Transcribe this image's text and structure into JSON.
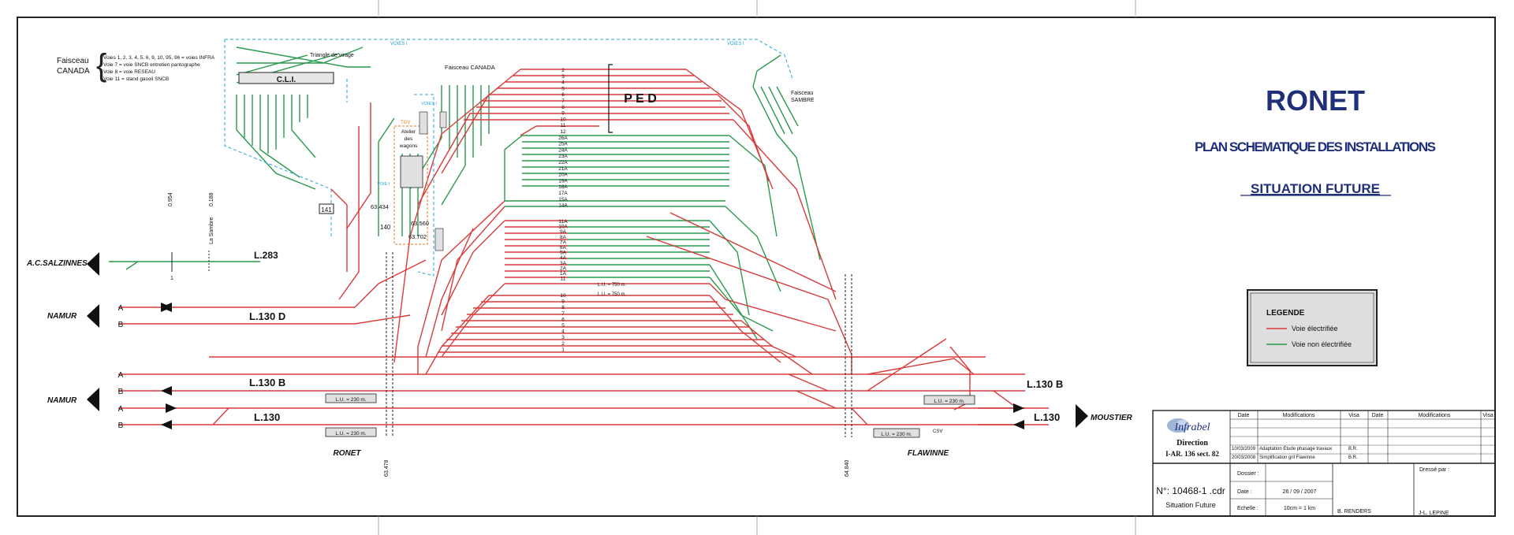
{
  "colors": {
    "electrified": "#d93a3a",
    "non_electrified": "#2a9a4e",
    "title": "#1f2f7a",
    "voies_blue": "#2aa3d6",
    "tgv": "#e07a20"
  },
  "title": {
    "main": "RONET",
    "sub": "PLAN SCHEMATIQUE DES INSTALLATIONS",
    "status": "SITUATION FUTURE"
  },
  "legend": {
    "title": "LEGENDE",
    "electrified": "Voie électrifiée",
    "non_electrified": "Voie  non  électrifiée"
  },
  "faisceau_canada_note": {
    "label_line1": "Faisceau",
    "label_line2": "CANADA",
    "lines": [
      "Voies 1, 2, 3, 4, 5, 6, 9, 10, 95, 96 = voies INFRA",
      "Voie 7 = voie SNCB entretien pantographe",
      "Voie 8 = voie RESEAU",
      "Voie 11 = stand gasoil SNCB"
    ]
  },
  "labels": {
    "triangle": "Triangle de virage",
    "voies1_a": "VOIES I",
    "voies1_b": "VOIES I",
    "cli": "C.L.I.",
    "faisceau_canada": "Faisceau CANADA",
    "ped": "P E D",
    "sambre_1": "Faisceau",
    "sambre_2": "SAMBRE",
    "voies_small": "VOIES I",
    "voie1": "VOIE I",
    "tgv": "TGV",
    "atelier_1": "Atelier",
    "atelier_2": "des",
    "atelier_3": "wagons",
    "km_63434": "63.434",
    "km_63560": "63.560",
    "km_63702": "63.702",
    "box141": "141",
    "num140": "140",
    "lu750_a": "L.U. = 750 m.",
    "lu750_b": "L.U. = 750 m.",
    "ac_salzinnes": "A.C.SALZINNES",
    "l283": "L.283",
    "la_sambre": "La Sambre",
    "km_0954": "0.954",
    "km_0188": "0.188",
    "sig_1": "1",
    "namur_1": "NAMUR",
    "namur_2": "NAMUR",
    "l130d": "L.130 D",
    "l130b_left": "L.130 B",
    "l130_left": "L.130",
    "l130b_right": "L.130 B",
    "l130_right": "L.130",
    "moustier": "MOUSTIER",
    "a": "A",
    "b": "B",
    "lu230": "L.U. = 230 m.",
    "ronet": "RONET",
    "flawinne": "FLAWINNE",
    "km_63478": "63.478",
    "km_64840": "64.840",
    "csv": "CSV"
  },
  "track_numbers_top": [
    "2",
    "3",
    "4",
    "5",
    "6",
    "7",
    "8",
    "9",
    "10",
    "11",
    "12",
    "26A",
    "25A",
    "24A",
    "23A",
    "22A",
    "21A",
    "20A",
    "19A",
    "18A",
    "17A"
  ],
  "track_numbers_mid": [
    "15A",
    "14A"
  ],
  "track_numbers_low": [
    "11A",
    "10A",
    "9A",
    "8A",
    "7A",
    "6A",
    "5A",
    "4A",
    "3A",
    "2A",
    "1A",
    "11"
  ],
  "track_numbers_bottom": [
    "10",
    "9",
    "8",
    "7",
    "6",
    "5",
    "4",
    "3",
    "2",
    "1"
  ],
  "cartouche": {
    "company": "Infrabel",
    "direction": "Direction",
    "region": "I-AR. 136 sect. 82",
    "headers": [
      "Date",
      "Modifications",
      "Visa",
      "Date",
      "Modifications",
      "Visa"
    ],
    "rows": [
      {
        "date": "10/03/2009",
        "mod": "Adaptation Etude phasage travaux",
        "visa": "B.R."
      },
      {
        "date": "20/03/2008",
        "mod": "Simplification gril Flawinne",
        "visa": "B.R."
      }
    ],
    "file_no": "N°: 10468-1 .cdr",
    "file_sub": "Situation Future",
    "dossier_label": "Dossier :",
    "date_label": "Date :",
    "date_value": "26 / 09 / 2007",
    "echelle_label": "Echelle :",
    "echelle_value": "10cm = 1 km",
    "dresse_label": "Dressé par :",
    "author1": "B. RENDERS",
    "author2": "J-L. LEPINE"
  }
}
